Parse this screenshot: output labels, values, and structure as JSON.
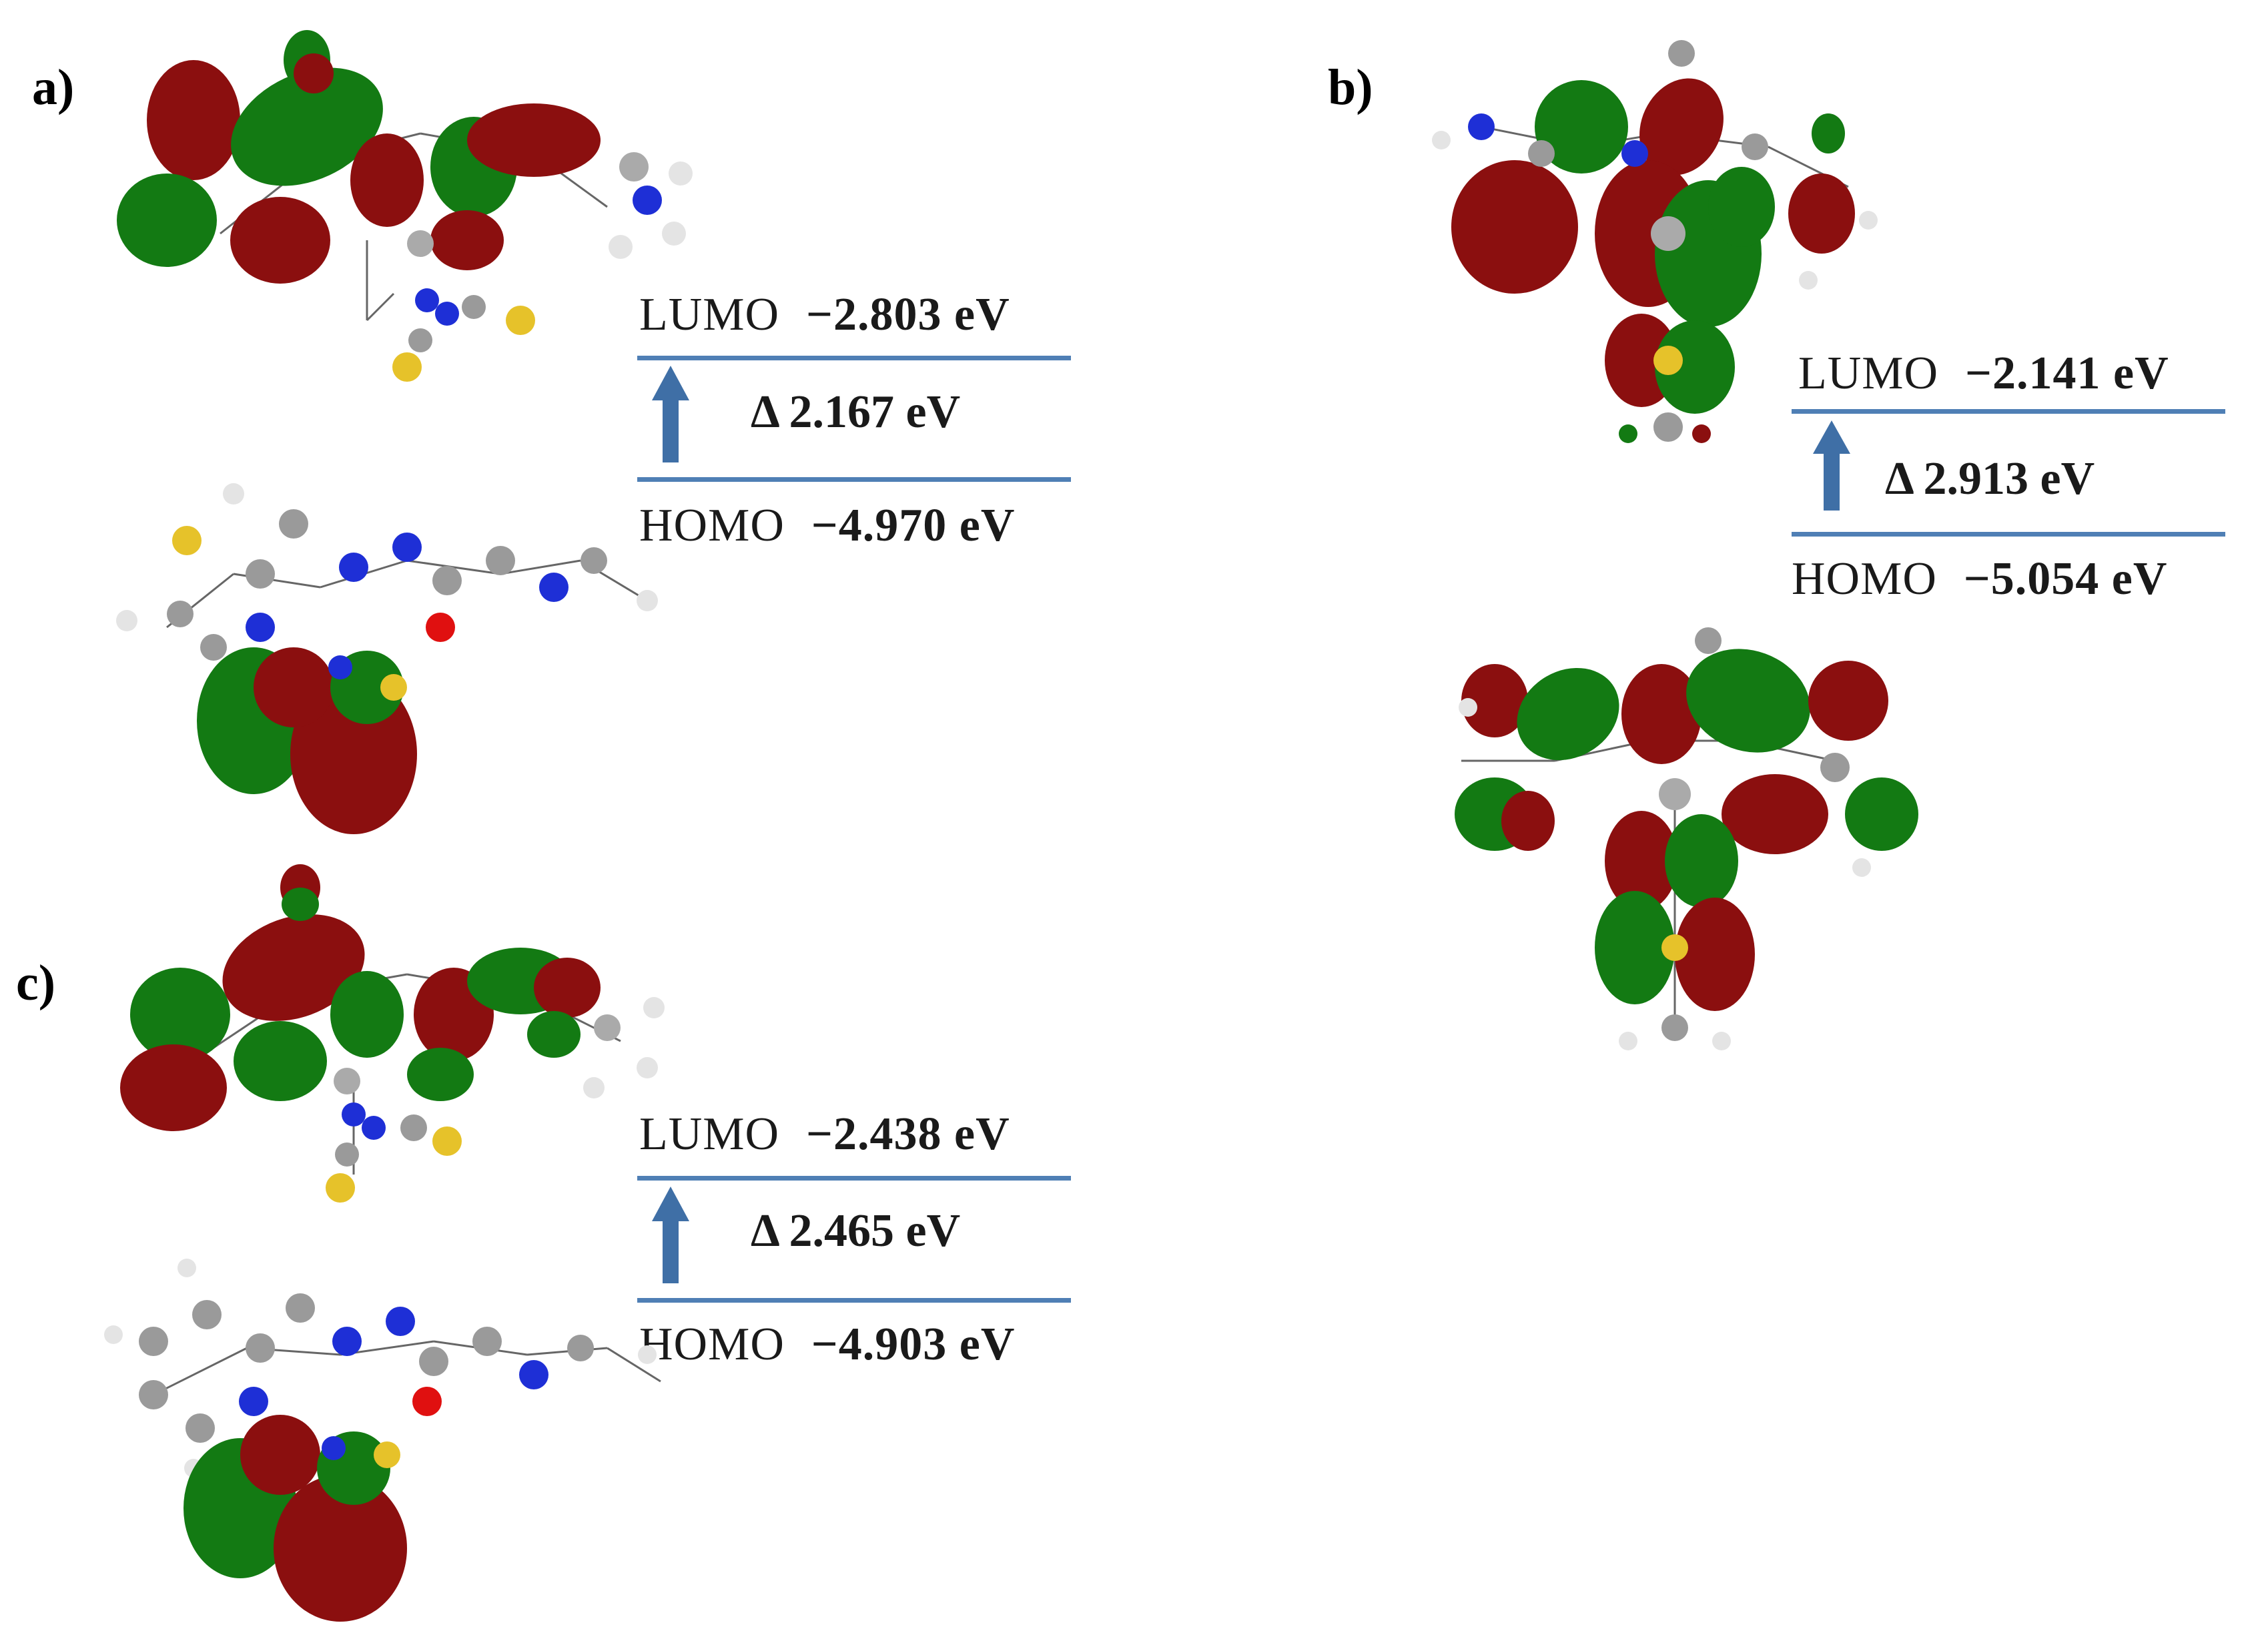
{
  "panels": {
    "a": {
      "letter": "a)",
      "lumo_label": "LUMO",
      "lumo_value": "−2.803 eV",
      "gap": "Δ 2.167 eV",
      "homo_label": "HOMO",
      "homo_value": "−4.970 eV"
    },
    "b": {
      "letter": "b)",
      "lumo_label": "LUMO",
      "lumo_value": "−2.141 eV",
      "gap": "Δ 2.913 eV",
      "homo_label": "HOMO",
      "homo_value": "−5.054 eV"
    },
    "c": {
      "letter": "c)",
      "lumo_label": "LUMO",
      "lumo_value": "−2.438 eV",
      "gap": "Δ 2.465 eV",
      "homo_label": "HOMO",
      "homo_value": "−4.903 eV"
    }
  },
  "colors": {
    "orbital_positive": "#8b0f0f",
    "orbital_negative": "#137a13",
    "level_line": "#4f7fb5",
    "arrow": "#3f6fa6",
    "atom_carbon": "#9a9a9a",
    "atom_nitrogen": "#1e2fd6",
    "atom_sulfur": "#e6c22a",
    "atom_oxygen": "#e01010",
    "atom_hydrogen": "#e4e4e4"
  }
}
